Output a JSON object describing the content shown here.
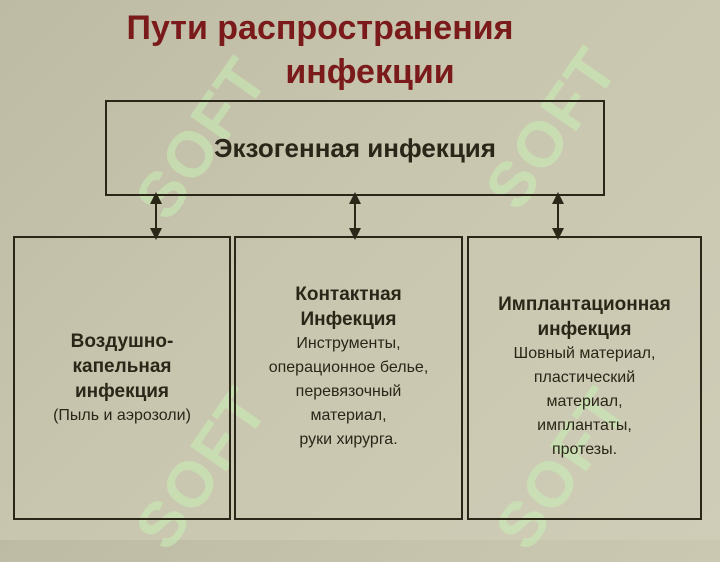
{
  "title": {
    "line1": "Пути распространения",
    "line2": "инфекции"
  },
  "watermark_text": "SOFT",
  "top_box": {
    "label": "Экзогенная инфекция"
  },
  "boxes": [
    {
      "heading": [
        "Воздушно-",
        "капельная",
        "инфекция"
      ],
      "body": [
        "(Пыль и  аэрозоли)"
      ]
    },
    {
      "heading": [
        "Контактная",
        "Инфекция"
      ],
      "body": [
        "Инструменты,",
        "операционное белье,",
        "перевязочный",
        "материал,",
        "руки хирурга."
      ]
    },
    {
      "heading": [
        "Имплантационная",
        "инфекция"
      ],
      "body": [
        "Шовный материал,",
        "пластический",
        "материал,",
        "имплантаты,",
        "протезы."
      ]
    }
  ],
  "colors": {
    "title": "#7a1a1a",
    "border": "#2a2618",
    "watermark": "#c9f0b6"
  }
}
